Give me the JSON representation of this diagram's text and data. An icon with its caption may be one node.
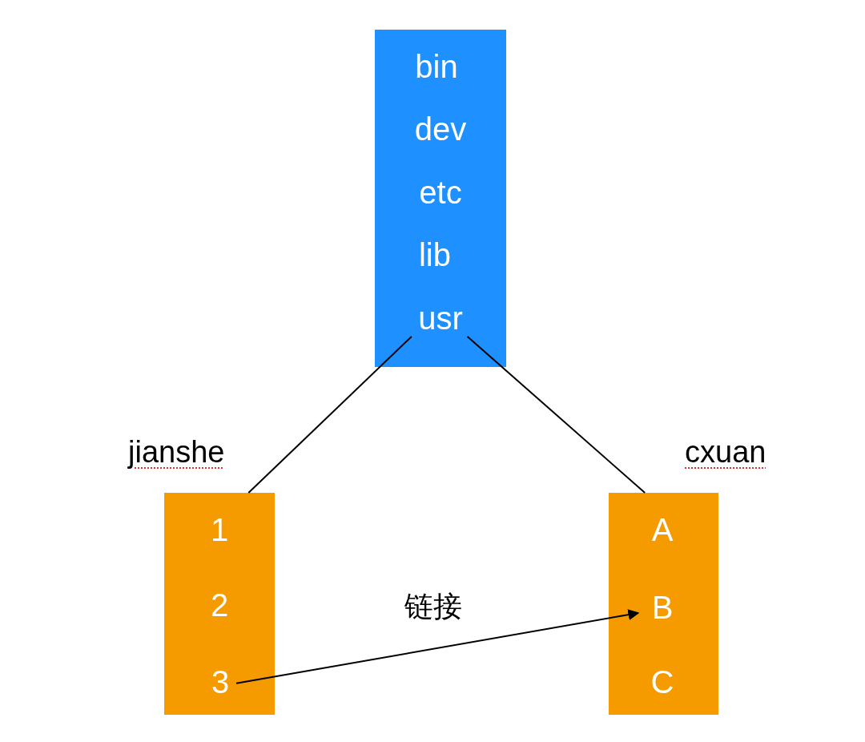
{
  "diagram": {
    "nodes": [
      {
        "text": [],
        "shape": "box"
      },
      {
        "text": [
          "bin"
        ],
        "in": 0
      },
      {
        "text": [
          "dev"
        ],
        "in": 0
      },
      {
        "text": [
          "etc"
        ],
        "in": 0
      },
      {
        "text": [
          "lib"
        ],
        "in": 0
      },
      {
        "text": [
          "usr"
        ],
        "in": 0
      },
      {
        "text": [
          "jianshe"
        ]
      },
      {
        "text": [
          "1"
        ],
        "in": 6
      },
      {
        "text": [
          "2"
        ],
        "in": 6
      },
      {
        "text": [
          "3"
        ],
        "in": 6
      },
      {
        "text": [
          "cxuan"
        ]
      },
      {
        "text": [
          "A"
        ],
        "in": 10
      },
      {
        "text": [
          "B"
        ],
        "in": 10
      },
      {
        "text": [
          "C"
        ],
        "in": 10
      }
    ],
    "edges": [
      {
        "from": 5,
        "to": 6,
        "arrow": "none"
      },
      {
        "from": 5,
        "to": 10,
        "arrow": "none"
      },
      {
        "from": 9,
        "to": 12,
        "arrow": "to"
      }
    ],
    "labels": [
      "链接"
    ]
  }
}
